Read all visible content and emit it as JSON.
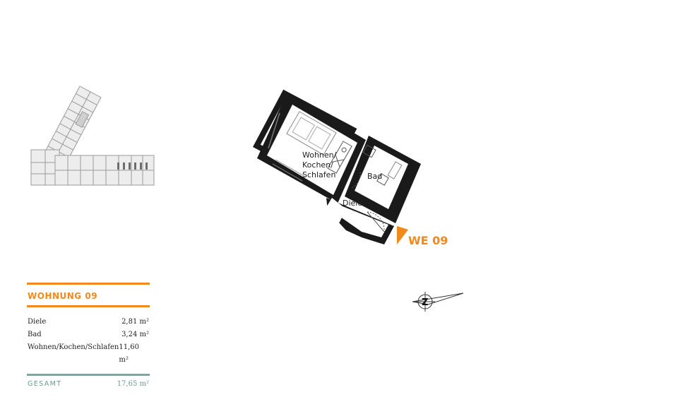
{
  "floor_plan": {
    "rooms": {
      "living_line1": "Wohnen/",
      "living_line2": "Kochen/",
      "living_line3": "Schlafen",
      "bath": "Bad",
      "hall": "Diele"
    },
    "unit_tag": "WE 09"
  },
  "compass": {
    "symbol": "Z",
    "icon": "north-arrow-icon"
  },
  "colors": {
    "accent": "#f08a1c",
    "teal": "#7ea7a0",
    "wall": "#1a1a1a"
  },
  "info": {
    "title": "WOHNUNG 09",
    "rooms": [
      {
        "name": "Diele",
        "area": "2,81 m²"
      },
      {
        "name": "Bad",
        "area": "3,24 m²"
      },
      {
        "name": "Wohnen/Kochen/Schlafen",
        "area": "11,60 m²"
      }
    ],
    "total_label": "GESAMT",
    "total_area": "17,65 m²"
  }
}
